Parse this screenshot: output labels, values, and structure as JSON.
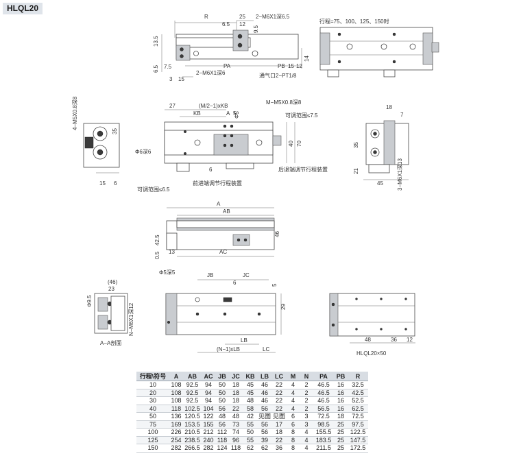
{
  "model": "HLQL20",
  "top_view": {
    "dims": [
      "R",
      "25",
      "2−M6X1深6.5",
      "6.5",
      "12",
      "9.5",
      "13.5",
      "6.5",
      "7.5",
      "PA",
      "PB",
      "15",
      "12",
      "3",
      "15",
      "14",
      "2−M6X1深6",
      "通气口2−PT1/8"
    ]
  },
  "right_top_view": {
    "note": "行程=75、100、125、150时"
  },
  "side_view": {
    "dims": [
      "4−M5X0.8深8",
      "35",
      "15",
      "6",
      "可调范围≤6.5"
    ]
  },
  "middle_view": {
    "dims": [
      "27",
      "(M/2−1)xKB",
      "KB",
      "A",
      "5",
      "Φ5",
      "M−M5X0.8深8",
      "可调范围≤7.5",
      "40",
      "70",
      "6",
      "Φ6深6"
    ],
    "labels": [
      "前进端调节行程装置",
      "后退端调节行程装置"
    ]
  },
  "end_view": {
    "dims": [
      "18",
      "7",
      "35",
      "21",
      "45",
      "3−M6X1深13"
    ]
  },
  "front_view": {
    "dims": [
      "A",
      "AB",
      "42.5",
      "46",
      "0.5",
      "13",
      "AC"
    ]
  },
  "section_view": {
    "dims": [
      "(46)",
      "23",
      "Φ9.5",
      "N−M6X1深12"
    ],
    "caption": "A−A剖面"
  },
  "bottom_view": {
    "dims": [
      "Φ5深5",
      "JB",
      "JC",
      "6",
      "5",
      "29",
      "LB",
      "(N−1)xLB",
      "LC"
    ]
  },
  "bottom_right_view": {
    "dims": [
      "48",
      "36",
      "12"
    ],
    "caption": "HLQL20×50"
  },
  "table": {
    "headers": [
      "行程\\符号",
      "A",
      "AB",
      "AC",
      "JB",
      "JC",
      "KB",
      "LB",
      "LC",
      "M",
      "N",
      "PA",
      "PB",
      "R"
    ],
    "rows": [
      [
        "10",
        "108",
        "92.5",
        "94",
        "50",
        "18",
        "45",
        "46",
        "22",
        "4",
        "2",
        "46.5",
        "16",
        "32.5"
      ],
      [
        "20",
        "108",
        "92.5",
        "94",
        "50",
        "18",
        "45",
        "46",
        "22",
        "4",
        "2",
        "46.5",
        "16",
        "42.5"
      ],
      [
        "30",
        "108",
        "92.5",
        "94",
        "50",
        "18",
        "48",
        "46",
        "22",
        "4",
        "2",
        "46.5",
        "16",
        "52.5"
      ],
      [
        "40",
        "118",
        "102.5",
        "104",
        "56",
        "22",
        "58",
        "56",
        "22",
        "4",
        "2",
        "56.5",
        "16",
        "62.5"
      ],
      [
        "50",
        "136",
        "120.5",
        "122",
        "48",
        "48",
        "42",
        "见图",
        "见图",
        "6",
        "3",
        "72.5",
        "18",
        "72.5"
      ],
      [
        "75",
        "169",
        "153.5",
        "155",
        "56",
        "73",
        "55",
        "56",
        "17",
        "6",
        "3",
        "98.5",
        "25",
        "97.5"
      ],
      [
        "100",
        "226",
        "210.5",
        "212",
        "112",
        "74",
        "50",
        "56",
        "18",
        "8",
        "4",
        "155.5",
        "25",
        "122.5"
      ],
      [
        "125",
        "254",
        "238.5",
        "240",
        "118",
        "96",
        "55",
        "39",
        "22",
        "8",
        "4",
        "183.5",
        "25",
        "147.5"
      ],
      [
        "150",
        "282",
        "266.5",
        "282",
        "124",
        "118",
        "62",
        "62",
        "36",
        "8",
        "4",
        "211.5",
        "25",
        "172.5"
      ]
    ]
  }
}
